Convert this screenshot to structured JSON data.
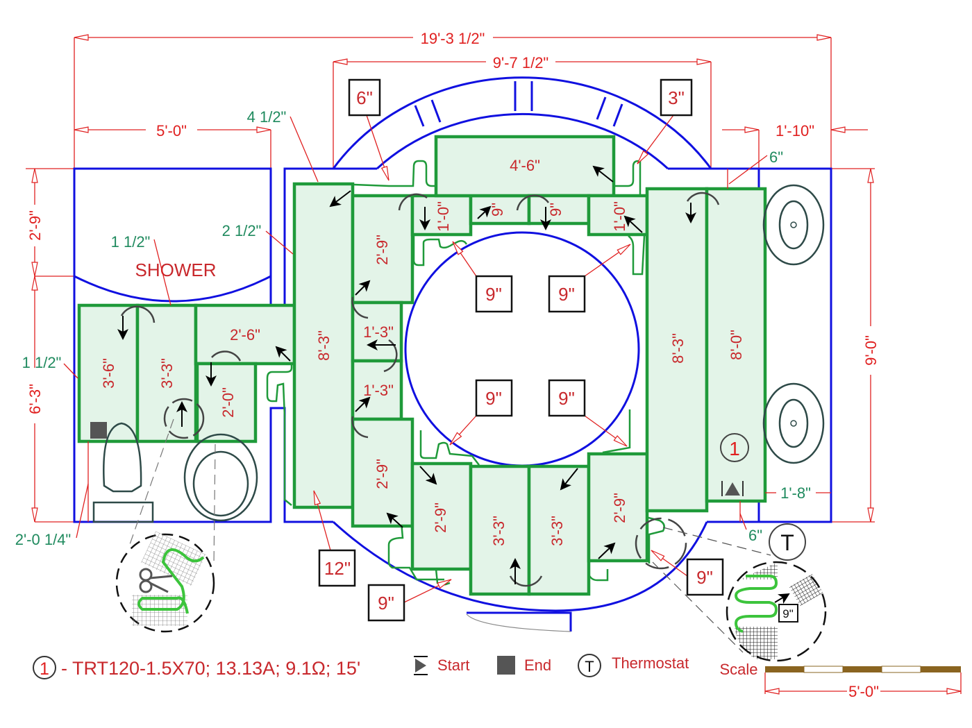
{
  "plan": {
    "title": "Heated floor mat layout",
    "dimensions": {
      "overall_width": "19'-3 1/2\"",
      "center_width": "9'-7 1/2\"",
      "shower_width": "5'-0\"",
      "right_offset": "1'-10\"",
      "shower_depth": "2'-9\"",
      "left_height": "6'-3\"",
      "right_height": "9'-0\"",
      "vanity_clear": "1'-8\"",
      "scale_length": "5'-0\""
    },
    "clearances": {
      "top_left_gap": "4 1/2\"",
      "shower_gap": "1 1/2\"",
      "wall_gap": "2 1/2\"",
      "left_wall_gap": "1 1/2\"",
      "toilet_gap": "2'-0 1/4\"",
      "right_top_gap": "6\"",
      "right_bottom_gap": "6\""
    },
    "room_label": "SHOWER",
    "callouts": [
      "6\"",
      "3\"",
      "9\"",
      "9\"",
      "9\"",
      "9\"",
      "12\"",
      "9\"",
      "9\""
    ],
    "detail_callout": "9\"",
    "mats": {
      "m_3_6": "3'-6\"",
      "m_3_3_left": "3'-3\"",
      "m_2_6": "2'-6\"",
      "m_2_0": "2'-0\"",
      "m_8_3_left": "8'-3\"",
      "m_2_9_tl": "2'-9\"",
      "m_1_3_a": "1'-3\"",
      "m_1_3_b": "1'-3\"",
      "m_2_9_bl": "2'-9\"",
      "m_1_0_l": "1'-0\"",
      "m_9_l": "9\"",
      "m_4_6": "4'-6\"",
      "m_9_r": "9\"",
      "m_1_0_r": "1'-0\"",
      "m_2_9_b1": "2'-9\"",
      "m_3_3_b1": "3'-3\"",
      "m_3_3_b2": "3'-3\"",
      "m_2_9_b2": "2'-9\"",
      "m_8_3_right": "8'-3\"",
      "m_8_0": "8'-0\""
    },
    "circuit_marker": "1",
    "thermostat_marker": "T"
  },
  "legend": {
    "circuit_number": "1",
    "circuit_spec": "- TRT120-1.5X70; 13.13A; 9.1Ω; 15'",
    "start_label": "Start",
    "end_label": "End",
    "thermostat_symbol": "T",
    "thermostat_label": "Thermostat",
    "scale_label": "Scale",
    "scale_length": "5'-0\""
  },
  "colors": {
    "dimension": "#e02020",
    "clearance": "#1f8a5e",
    "wall": "#1010e0",
    "mat_fill": "#e3f4e8",
    "mat_stroke": "#1f9a3a",
    "scale_dark": "#8a6420"
  }
}
